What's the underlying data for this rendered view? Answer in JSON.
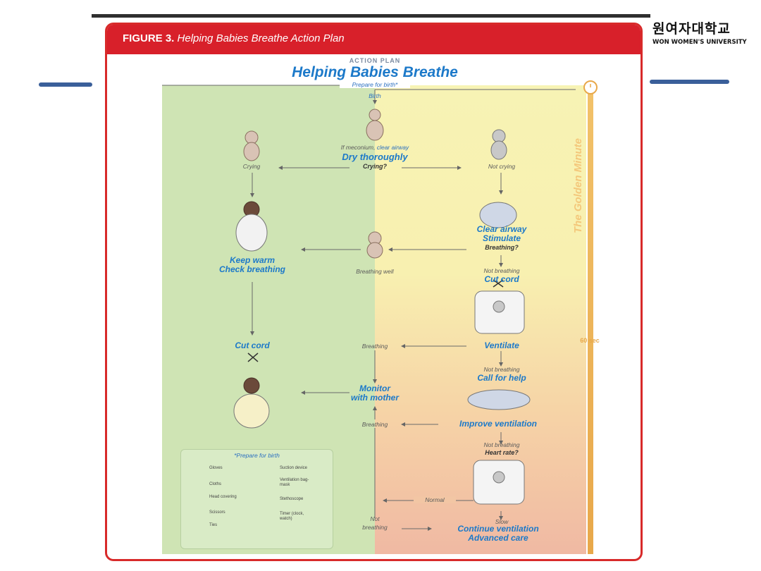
{
  "university": {
    "korean": "원여자대학교",
    "english": "WON WOMEN'S UNIVERSITY"
  },
  "figure": {
    "label": "FIGURE 3.",
    "title": "Helping Babies Breathe Action Plan"
  },
  "plan": {
    "header": "ACTION PLAN",
    "title": "Helping Babies Breathe",
    "prepare": "Prepare for birth*",
    "birth": "Birth",
    "meconium_prefix": "If meconium, ",
    "meconium_link": "clear airway",
    "dry": "Dry thoroughly",
    "crying_q": "Crying?",
    "crying": "Crying",
    "not_crying": "Not crying",
    "clear_airway": "Clear airway",
    "stimulate": "Stimulate",
    "breathing_q": "Breathing?",
    "keep_warm": "Keep warm",
    "check_breathing": "Check breathing",
    "breathing_well": "Breathing well",
    "not_breathing_1": "Not breathing",
    "cut_cord_right": "Cut cord",
    "cut_cord_left": "Cut cord",
    "breathing_1": "Breathing",
    "ventilate": "Ventilate",
    "not_breathing_2": "Not breathing",
    "call_help": "Call for help",
    "monitor": "Monitor",
    "with_mother": "with mother",
    "breathing_2": "Breathing",
    "improve_vent": "Improve ventilation",
    "not_breathing_3": "Not breathing",
    "heart_rate": "Heart rate?",
    "normal": "Normal",
    "not": "Not",
    "breathing_3": "breathing",
    "slow": "Slow",
    "continue_vent": "Continue ventilation",
    "advanced": "Advanced care",
    "golden_minute": "The Golden Minute",
    "sixty": "60 sec"
  },
  "legend": {
    "title": "*Prepare for birth",
    "items": [
      "Gloves",
      "Suction device",
      "Cloths",
      "Ventilation bag-mask",
      "Head covering",
      "Stethoscope",
      "Scissors",
      "Timer (clock, watch)",
      "Ties"
    ]
  },
  "colors": {
    "header_red": "#d8202a",
    "action_blue": "#1c79c9",
    "green_zone": "#cfe4b4",
    "yellow_zone": "#f7f3b4"
  }
}
